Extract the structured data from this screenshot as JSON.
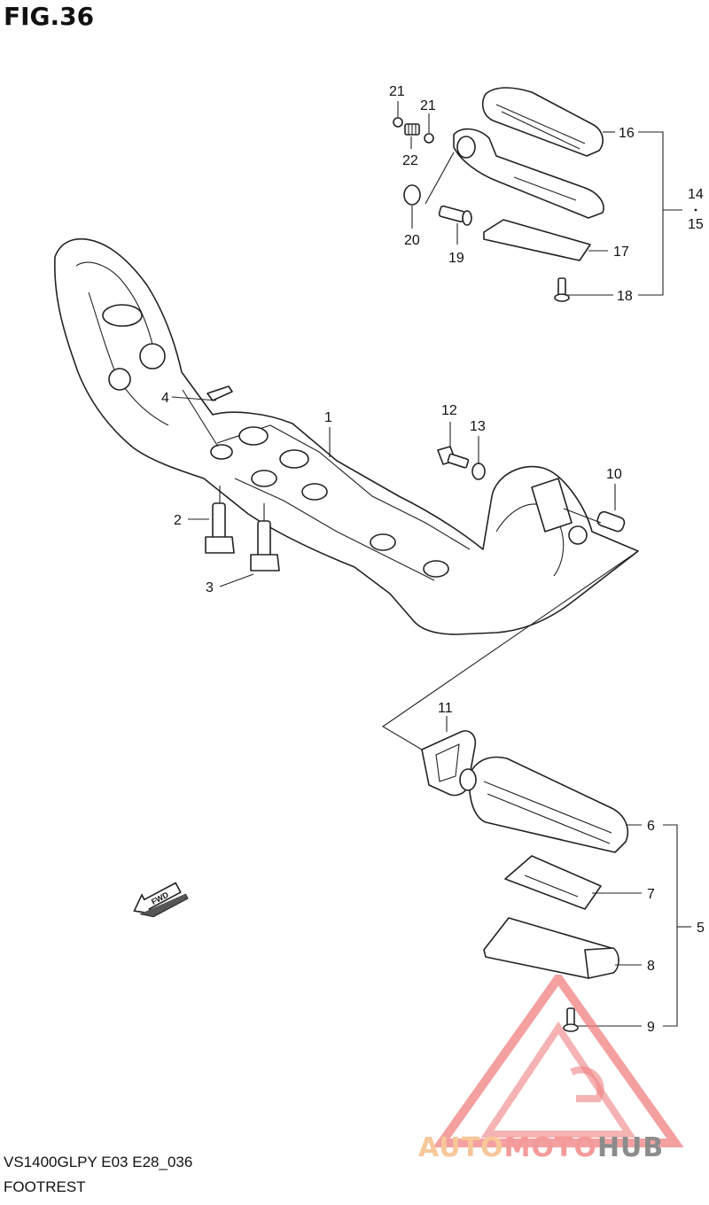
{
  "figure": {
    "title": "FIG.36"
  },
  "footer": {
    "model_code": "VS1400GLPY E03 E28_036",
    "section_name": "FOOTREST"
  },
  "direction_marker": {
    "label": "FWD"
  },
  "callouts": {
    "c1": "1",
    "c2": "2",
    "c3": "3",
    "c4": "4",
    "c5": "5",
    "c6": "6",
    "c7": "7",
    "c8": "8",
    "c9": "9",
    "c10": "10",
    "c11": "11",
    "c12": "12",
    "c13": "13",
    "c14": "14",
    "c15": "15",
    "c16": "16",
    "c17": "17",
    "c18": "18",
    "c19": "19",
    "c20": "20",
    "c21a": "21",
    "c21b": "21",
    "c22": "22"
  },
  "watermark": {
    "part1": "AUTO",
    "part2": "MOTO",
    "part3": "HUB",
    "colors": {
      "auto": "#f7c79a",
      "moto": "#f59a9a",
      "hub": "#8c8c8c",
      "triangle": "#f08080"
    }
  }
}
